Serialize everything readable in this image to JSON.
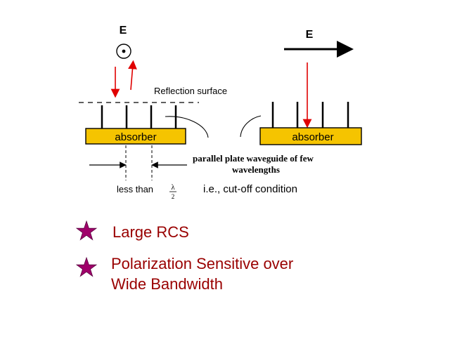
{
  "diagram": {
    "left_field_label": "E",
    "right_field_label": "E",
    "reflection_surface_label": "Reflection surface",
    "left_absorber_label": "absorber",
    "right_absorber_label": "absorber",
    "waveguide_label_line1": "parallel plate waveguide of few",
    "waveguide_label_line2": "wavelengths",
    "spacing_label": "less than",
    "lambda_symbol": "λ",
    "fraction_denominator": "2",
    "cutoff_label": "i.e., cut-off condition",
    "colors": {
      "absorber_fill": "#f5c400",
      "wave_arrow": "#e00000",
      "line": "#000000"
    }
  },
  "bullets": {
    "item1_line1": "Large RCS",
    "item2_line1": "Polarization Sensitive over",
    "item2_line2": "Wide Bandwidth",
    "star_color": "#a0006a",
    "text_color": "#990000"
  }
}
